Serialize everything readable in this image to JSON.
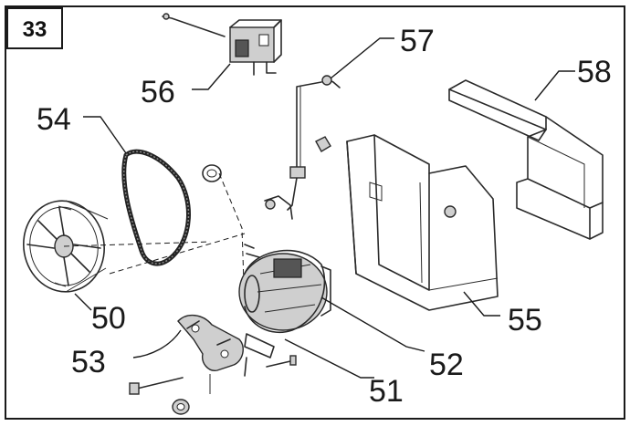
{
  "figure": {
    "number": "33"
  },
  "callouts": {
    "c50": "50",
    "c51": "51",
    "c52": "52",
    "c53": "53",
    "c54": "54",
    "c55": "55",
    "c56": "56",
    "c57": "57",
    "c58": "58"
  },
  "colors": {
    "line": "#2a2a2a",
    "frame": "#1a1a1a",
    "background": "#ffffff"
  }
}
